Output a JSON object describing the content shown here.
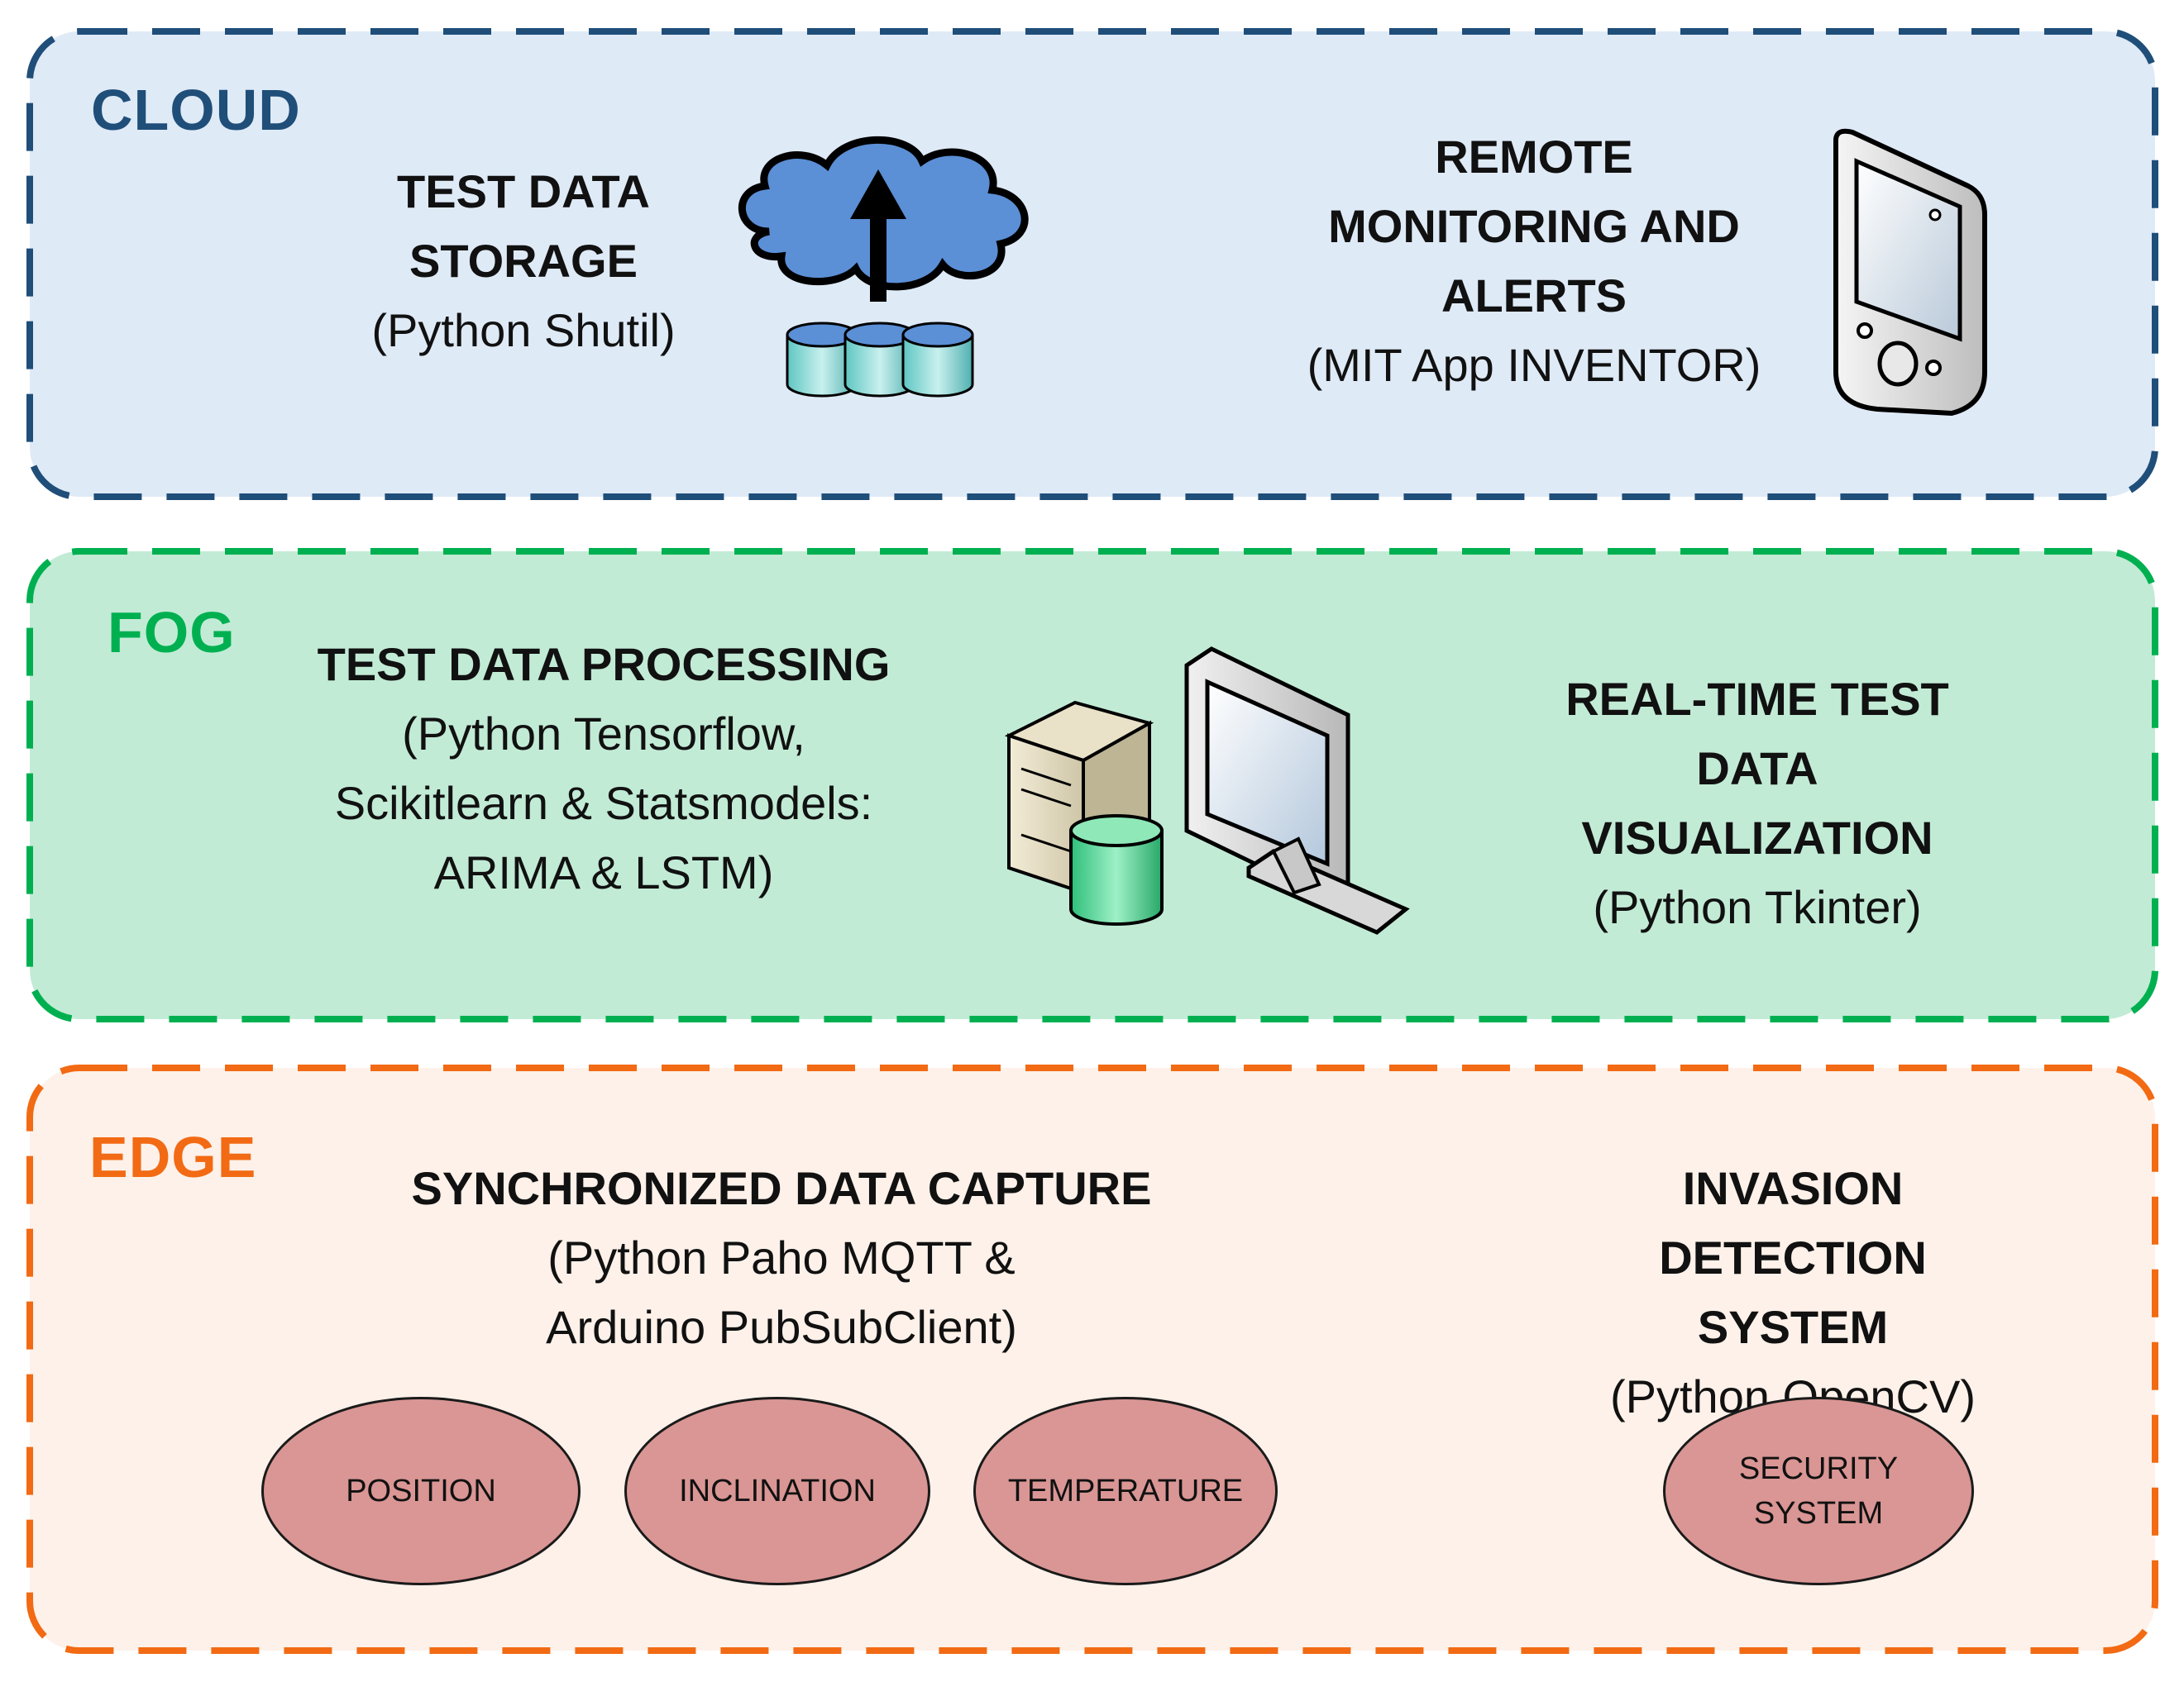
{
  "diagram": {
    "colors": {
      "cloud_border": "#1f4e79",
      "cloud_fill": "#dfeaf7",
      "fog_border": "#00b050",
      "fog_fill": "#c2ebd6",
      "edge_border": "#f26a13",
      "edge_fill": "#fdf1e9",
      "ellipse_fill": "#d99694"
    },
    "tiers": {
      "cloud": {
        "label": "CLOUD",
        "blocks": [
          {
            "title": "TEST DATA\nSTORAGE",
            "subtitle": "(Python Shutil)",
            "icon": "cloud-database-upload-icon"
          },
          {
            "title": "REMOTE\nMONITORING AND\nALERTS",
            "subtitle": "(MIT App INVENTOR)",
            "icon": "mobile-device-icon"
          }
        ]
      },
      "fog": {
        "label": "FOG",
        "blocks": [
          {
            "title": "TEST DATA PROCESSING",
            "subtitle": "(Python Tensorflow,\nScikitlearn & Statsmodels:\nARIMA & LSTM)",
            "icon": "server-database-icon"
          },
          {
            "title": "REAL-TIME TEST\nDATA VISUALIZATION",
            "subtitle": "(Python Tkinter)",
            "icon": "monitor-icon"
          }
        ]
      },
      "edge": {
        "label": "EDGE",
        "blocks": [
          {
            "title": "SYNCHRONIZED DATA CAPTURE",
            "subtitle": "(Python Paho MQTT &\nArduino PubSubClient)"
          },
          {
            "title": "INVASION\nDETECTION SYSTEM",
            "subtitle": "(Python OpenCV)"
          }
        ],
        "sensors": [
          "POSITION",
          "INCLINATION",
          "TEMPERATURE"
        ],
        "security": "SECURITY\nSYSTEM"
      }
    }
  }
}
